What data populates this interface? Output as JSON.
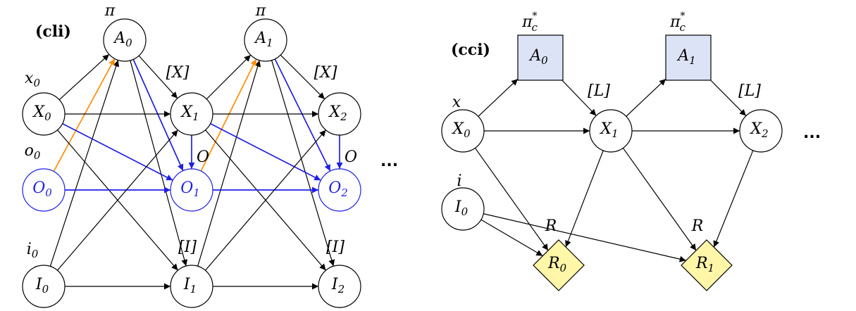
{
  "colors": {
    "black": "#000000",
    "blue": "#1f1fe6",
    "orange": "#ff8c00",
    "square_fill": "#dde3f7",
    "diamond_fill": "#fff6a8"
  },
  "left": {
    "panel_label": "(cli)",
    "ellipsis": "...",
    "nodes": [
      {
        "id": "A0",
        "base": "A",
        "sub": "0",
        "color": "black",
        "shape": "circle"
      },
      {
        "id": "A1",
        "base": "A",
        "sub": "1",
        "color": "black",
        "shape": "circle"
      },
      {
        "id": "X0",
        "base": "X",
        "sub": "0",
        "color": "black",
        "shape": "circle"
      },
      {
        "id": "X1",
        "base": "X",
        "sub": "1",
        "color": "black",
        "shape": "circle"
      },
      {
        "id": "X2",
        "base": "X",
        "sub": "2",
        "color": "black",
        "shape": "circle"
      },
      {
        "id": "O0",
        "base": "O",
        "sub": "0",
        "color": "blue",
        "shape": "circle"
      },
      {
        "id": "O1",
        "base": "O",
        "sub": "1",
        "color": "blue",
        "shape": "circle"
      },
      {
        "id": "O2",
        "base": "O",
        "sub": "2",
        "color": "blue",
        "shape": "circle"
      },
      {
        "id": "I0",
        "base": "I",
        "sub": "0",
        "color": "black",
        "shape": "circle"
      },
      {
        "id": "I1",
        "base": "I",
        "sub": "1",
        "color": "black",
        "shape": "circle"
      },
      {
        "id": "I2",
        "base": "I",
        "sub": "2",
        "color": "black",
        "shape": "circle"
      }
    ],
    "annotations": [
      {
        "id": "piA0",
        "base": "π",
        "sub": ""
      },
      {
        "id": "piA1",
        "base": "π",
        "sub": ""
      },
      {
        "id": "x0",
        "base": "x",
        "sub": "0"
      },
      {
        "id": "o0",
        "base": "o",
        "sub": "0"
      },
      {
        "id": "i0",
        "base": "i",
        "sub": "0"
      },
      {
        "id": "X1b",
        "base": "[X]",
        "sub": ""
      },
      {
        "id": "X2b",
        "base": "[X]",
        "sub": ""
      },
      {
        "id": "O1o",
        "base": "O",
        "sub": ""
      },
      {
        "id": "O2o",
        "base": "O",
        "sub": ""
      },
      {
        "id": "I1b",
        "base": "[I]",
        "sub": ""
      },
      {
        "id": "I2b",
        "base": "[I]",
        "sub": ""
      }
    ],
    "edges": [
      {
        "from": "X0",
        "to": "A0",
        "color": "black"
      },
      {
        "from": "I0",
        "to": "A0",
        "color": "black"
      },
      {
        "from": "O0",
        "to": "A0",
        "color": "orange"
      },
      {
        "from": "A0",
        "to": "X1",
        "color": "black"
      },
      {
        "from": "A0",
        "to": "I1",
        "color": "black"
      },
      {
        "from": "A0",
        "to": "O1",
        "color": "blue"
      },
      {
        "from": "X0",
        "to": "X1",
        "color": "black"
      },
      {
        "from": "X0",
        "to": "I1",
        "color": "black"
      },
      {
        "from": "X0",
        "to": "O1",
        "color": "blue"
      },
      {
        "from": "O0",
        "to": "O1",
        "color": "blue"
      },
      {
        "from": "I0",
        "to": "I1",
        "color": "black"
      },
      {
        "from": "I0",
        "to": "X1",
        "color": "black"
      },
      {
        "from": "X1",
        "to": "O1",
        "color": "blue"
      },
      {
        "from": "X1",
        "to": "A1",
        "color": "black"
      },
      {
        "from": "I1",
        "to": "A1",
        "color": "black"
      },
      {
        "from": "O1",
        "to": "A1",
        "color": "orange"
      },
      {
        "from": "A1",
        "to": "X2",
        "color": "black"
      },
      {
        "from": "A1",
        "to": "I2",
        "color": "black"
      },
      {
        "from": "A1",
        "to": "O2",
        "color": "blue"
      },
      {
        "from": "X1",
        "to": "X2",
        "color": "black"
      },
      {
        "from": "X1",
        "to": "I2",
        "color": "black"
      },
      {
        "from": "X1",
        "to": "O2",
        "color": "blue"
      },
      {
        "from": "O1",
        "to": "O2",
        "color": "blue"
      },
      {
        "from": "I1",
        "to": "I2",
        "color": "black"
      },
      {
        "from": "I1",
        "to": "X2",
        "color": "black"
      },
      {
        "from": "X2",
        "to": "O2",
        "color": "blue"
      }
    ]
  },
  "right": {
    "panel_label": "(cci)",
    "ellipsis": "...",
    "nodes": [
      {
        "id": "cX0",
        "base": "X",
        "sub": "0",
        "shape": "circle"
      },
      {
        "id": "cX1",
        "base": "X",
        "sub": "1",
        "shape": "circle"
      },
      {
        "id": "cX2",
        "base": "X",
        "sub": "2",
        "shape": "circle"
      },
      {
        "id": "cI0",
        "base": "I",
        "sub": "0",
        "shape": "circle"
      },
      {
        "id": "cA0",
        "base": "A",
        "sub": "0",
        "shape": "square"
      },
      {
        "id": "cA1",
        "base": "A",
        "sub": "1",
        "shape": "square"
      },
      {
        "id": "cR0",
        "base": "R",
        "sub": "0",
        "shape": "diamond"
      },
      {
        "id": "cR1",
        "base": "R",
        "sub": "1",
        "shape": "diamond"
      }
    ],
    "annotations": [
      {
        "id": "pic0",
        "base": "π",
        "sup": "*",
        "sub": "c"
      },
      {
        "id": "pic1",
        "base": "π",
        "sup": "*",
        "sub": "c"
      },
      {
        "id": "cx",
        "base": "x",
        "sub": ""
      },
      {
        "id": "ci",
        "base": "i",
        "sub": ""
      },
      {
        "id": "cL1",
        "base": "[L]",
        "sub": ""
      },
      {
        "id": "cL2",
        "base": "[L]",
        "sub": ""
      },
      {
        "id": "cR0l",
        "base": "R",
        "sub": ""
      },
      {
        "id": "cR1l",
        "base": "R",
        "sub": ""
      }
    ],
    "edges": [
      {
        "from": "cX0",
        "to": "cA0"
      },
      {
        "from": "cA0",
        "to": "cX1"
      },
      {
        "from": "cX0",
        "to": "cX1"
      },
      {
        "from": "cX0",
        "to": "cR0"
      },
      {
        "from": "cI0",
        "to": "cR0"
      },
      {
        "from": "cI0",
        "to": "cR1"
      },
      {
        "from": "cX1",
        "to": "cR0"
      },
      {
        "from": "cX1",
        "to": "cA1"
      },
      {
        "from": "cA1",
        "to": "cX2"
      },
      {
        "from": "cX1",
        "to": "cX2"
      },
      {
        "from": "cX1",
        "to": "cR1"
      },
      {
        "from": "cX2",
        "to": "cR1"
      }
    ]
  }
}
